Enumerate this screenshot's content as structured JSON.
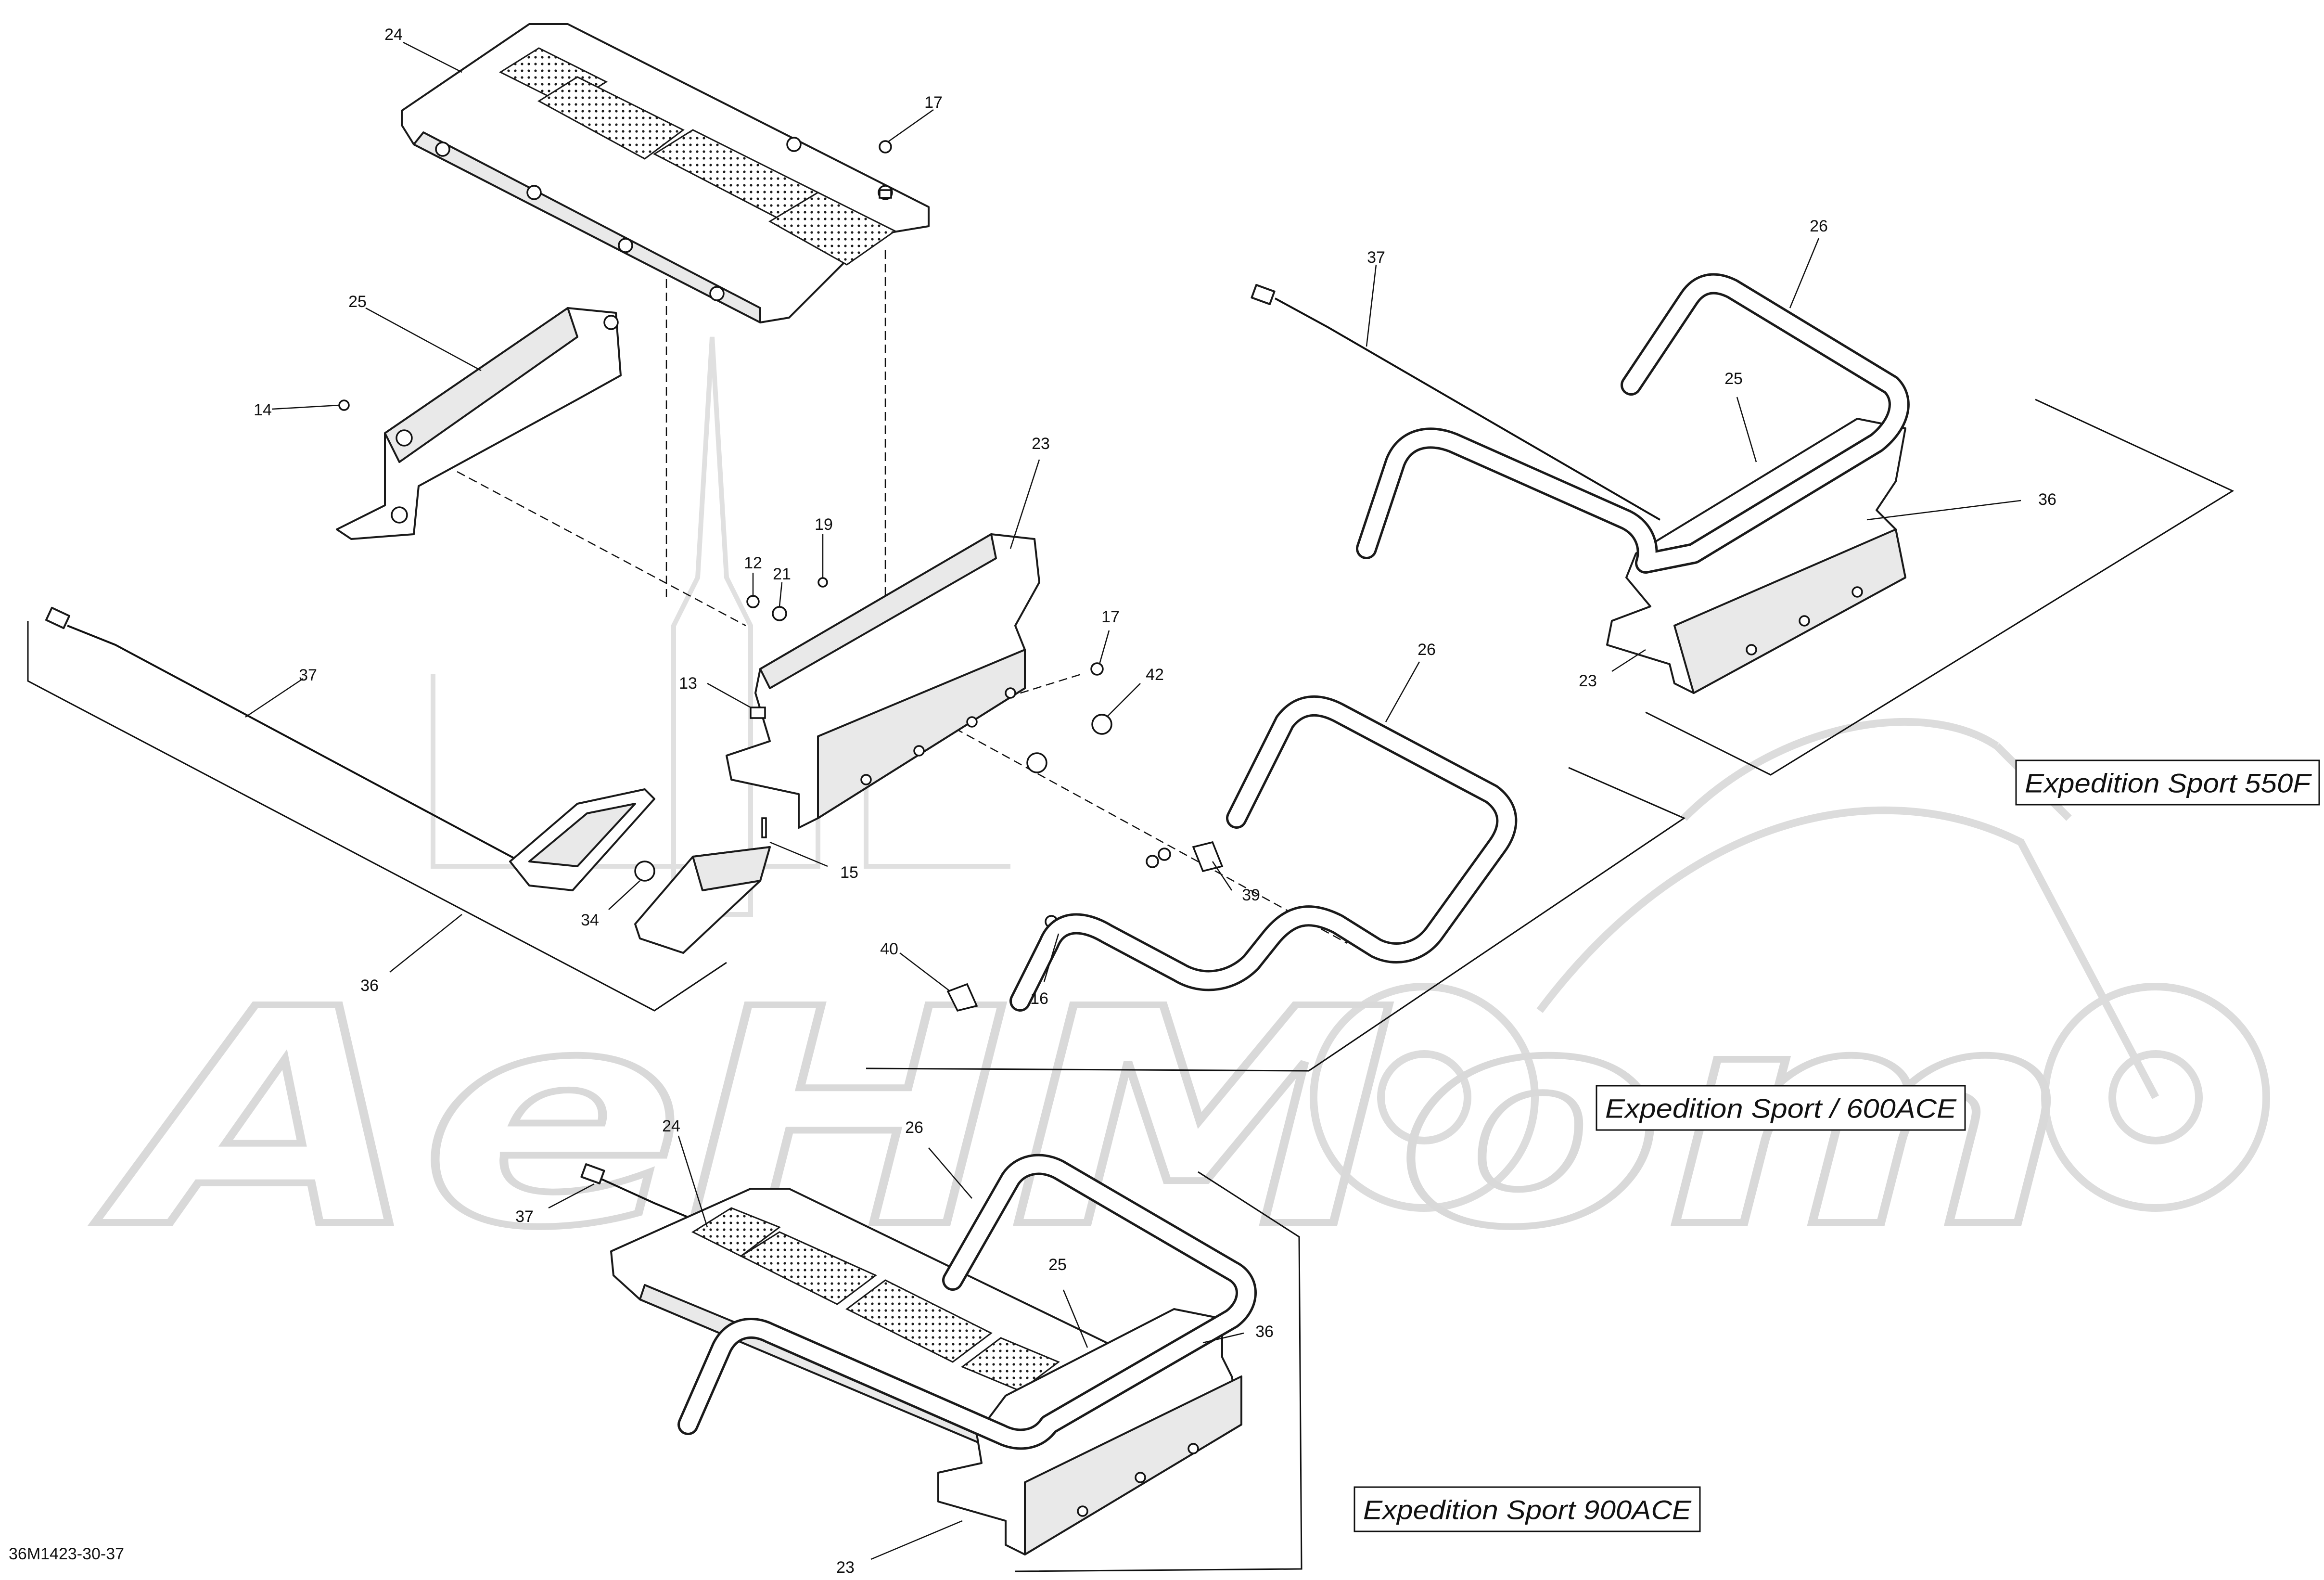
{
  "watermark": {
    "text": "AeHMom"
  },
  "callouts": [
    {
      "id": "c24a",
      "text": "24"
    },
    {
      "id": "c17a",
      "text": "17"
    },
    {
      "id": "c25a",
      "text": "25"
    },
    {
      "id": "c14",
      "text": "14"
    },
    {
      "id": "c23a",
      "text": "23"
    },
    {
      "id": "c19",
      "text": "19"
    },
    {
      "id": "c12",
      "text": "12"
    },
    {
      "id": "c21",
      "text": "21"
    },
    {
      "id": "c17b",
      "text": "17"
    },
    {
      "id": "c42",
      "text": "42"
    },
    {
      "id": "c13",
      "text": "13"
    },
    {
      "id": "c37a",
      "text": "37"
    },
    {
      "id": "c15",
      "text": "15"
    },
    {
      "id": "c34",
      "text": "34"
    },
    {
      "id": "c36a",
      "text": "36"
    },
    {
      "id": "c40",
      "text": "40"
    },
    {
      "id": "c16",
      "text": "16"
    },
    {
      "id": "c39",
      "text": "39"
    },
    {
      "id": "c26a",
      "text": "26"
    },
    {
      "id": "c37b",
      "text": "37"
    },
    {
      "id": "c26b",
      "text": "26"
    },
    {
      "id": "c25b",
      "text": "25"
    },
    {
      "id": "c36b",
      "text": "36"
    },
    {
      "id": "c23b",
      "text": "23"
    },
    {
      "id": "c24b",
      "text": "24"
    },
    {
      "id": "c26c",
      "text": "26"
    },
    {
      "id": "c37c",
      "text": "37"
    },
    {
      "id": "c25c",
      "text": "25"
    },
    {
      "id": "c36c",
      "text": "36"
    },
    {
      "id": "c23c",
      "text": "23"
    }
  ],
  "model_labels": [
    {
      "id": "m550",
      "text": "Expedition Sport 550F"
    },
    {
      "id": "m600",
      "text": "Expedition Sport / 600ACE"
    },
    {
      "id": "m900",
      "text": "Expedition Sport 900ACE"
    }
  ],
  "drawing_code": "36M1423-30-37"
}
